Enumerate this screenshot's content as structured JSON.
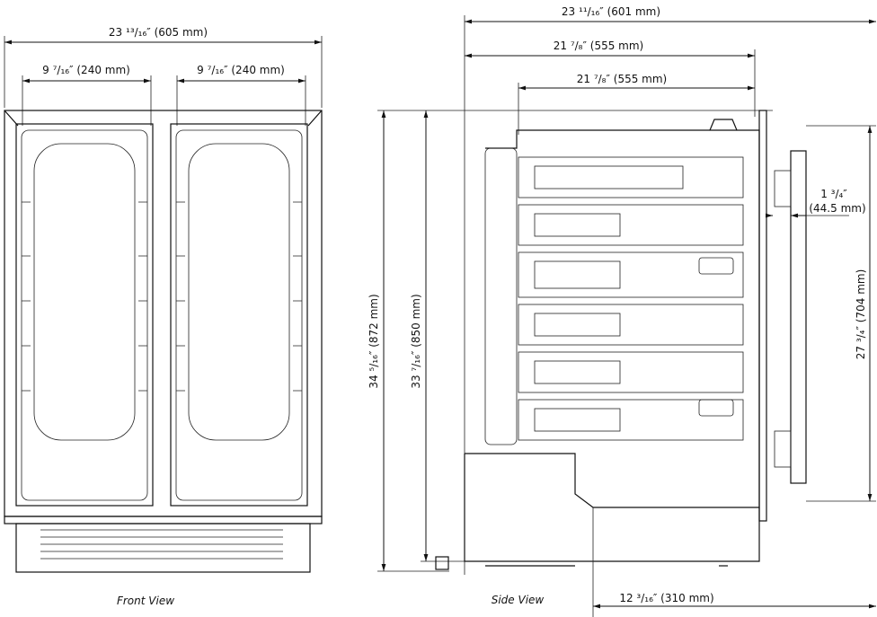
{
  "front_view": {
    "caption": "Front View",
    "overall_width": "23 ¹³/₁₆″ (605 mm)",
    "left_door_width": "9 ⁷/₁₆″ (240 mm)",
    "right_door_width": "9 ⁷/₁₆″ (240 mm)"
  },
  "side_view": {
    "caption": "Side View",
    "overall_depth": "23 ¹¹/₁₆″ (601 mm)",
    "depth_1": "21 ⁷/₈″ (555 mm)",
    "depth_2": "21 ⁷/₈″ (555 mm)",
    "overall_height": "34 ⁵/₁₆″ (872 mm)",
    "cabinet_height": "33 ⁷/₁₆″ (850 mm)",
    "handle_length": "27 ³/₄″ (704 mm)",
    "handle_depth": "1 ³/₄″",
    "handle_depth_mm": "(44.5 mm)",
    "bottom_depth": "12 ³/₁₆″ (310 mm)"
  }
}
